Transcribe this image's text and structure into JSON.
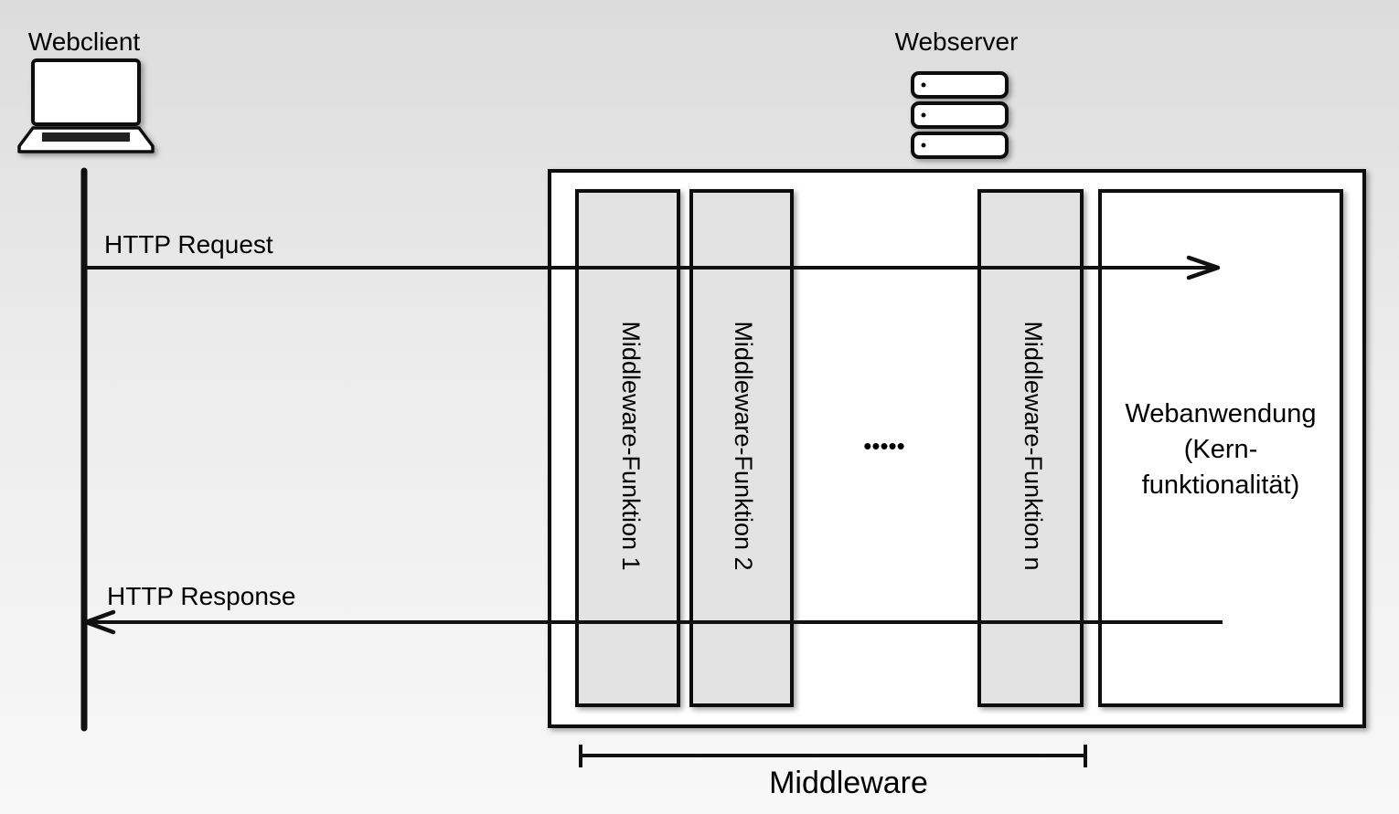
{
  "client": {
    "label": "Webclient",
    "icon": "laptop-icon"
  },
  "server": {
    "label": "Webserver",
    "icon": "server-stack-icon"
  },
  "arrows": {
    "request_label": "HTTP Request",
    "response_label": "HTTP Response"
  },
  "middleware": {
    "functions": [
      {
        "label": "Middleware-Funktion 1"
      },
      {
        "label": "Middleware-Funktion 2"
      },
      {
        "label": "Middleware-Funktion n"
      }
    ],
    "ellipsis": "•••••",
    "group_label": "Middleware"
  },
  "webapp": {
    "lines": [
      "Webanwendung",
      "(Kern-",
      "funktionalität)"
    ]
  },
  "colors": {
    "stroke": "#111111",
    "middleware_fill": "#e3e3e3",
    "box_fill": "#ffffff"
  }
}
